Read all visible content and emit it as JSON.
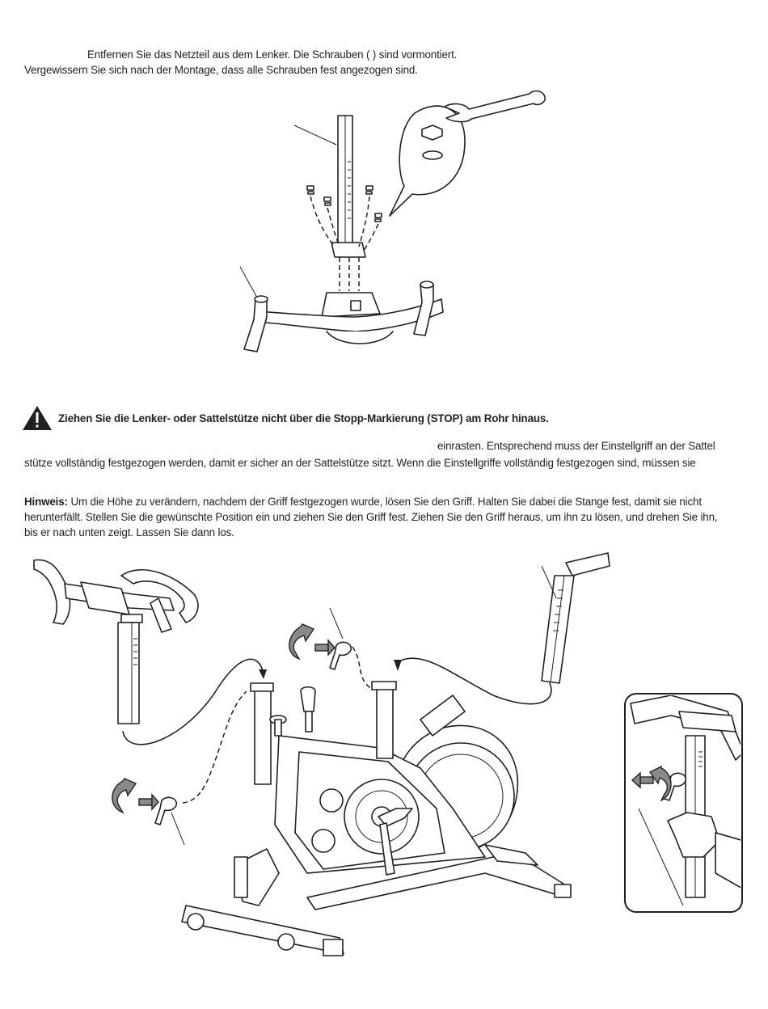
{
  "intro": {
    "line1": "Entfernen Sie das Netzteil aus dem Lenker. Die Schrauben (  ) sind vormontiert.",
    "line2": "Vergewissern Sie sich nach der Montage, dass alle Schrauben fest angezogen sind."
  },
  "warning": {
    "icon": "warning-triangle-icon",
    "text": "Ziehen Sie die Lenker- oder Sattelstütze nicht über die Stopp-Markierung (STOP) am Rohr hinaus."
  },
  "instructions": {
    "line1": "einrasten. Entsprechend muss der Einstellgriff an der Sattel",
    "line2": "stütze vollständig festgezogen werden, damit er sicher an der Sattelstütze sitzt. Wenn die Einstellgriffe vollständig festgezogen sind, müssen sie"
  },
  "note": {
    "label": "Hinweis:",
    "line1": "Um die Höhe zu verändern, nachdem der Griff festgezogen wurde, lösen Sie den Griff. Halten Sie dabei die Stange fest, damit sie nicht",
    "line2": "herunterfällt. Stellen Sie die gewünschte Position ein und ziehen Sie den Griff fest. Ziehen Sie den Griff heraus, um ihn zu lösen, und drehen Sie ihn,",
    "line3": "bis er nach unten zeigt. Lassen Sie dann los."
  },
  "illustrations": {
    "top": "handlebar-post-assembly-diagram",
    "bottom": "bike-post-insertion-diagram",
    "inset": "adjustment-knob-detail-inset"
  }
}
